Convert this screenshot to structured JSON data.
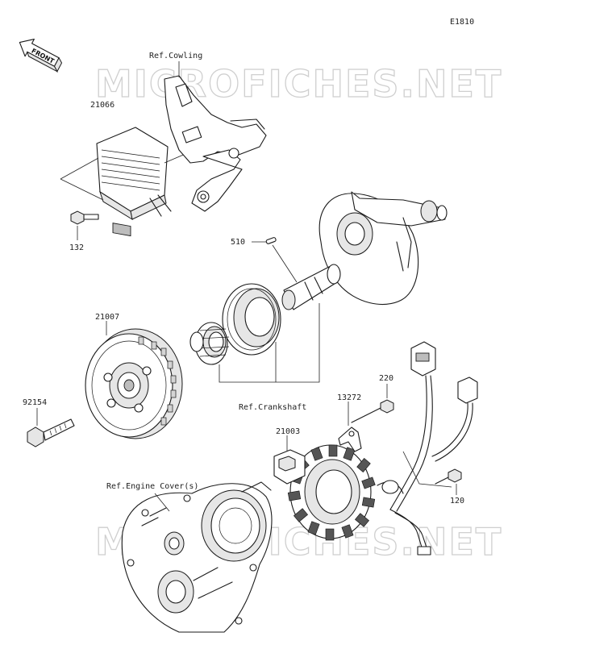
{
  "diagram": {
    "code": "E1810",
    "front_label": "FRONT",
    "watermark": "MICROFICHES.NET",
    "refs": {
      "cowling": "Ref.Cowling",
      "crankshaft": "Ref.Crankshaft",
      "engine_cover": "Ref.Engine Cover(s)"
    },
    "parts": {
      "p21066": "21066",
      "p132": "132",
      "p510": "510",
      "p21007": "21007",
      "p92154": "92154",
      "p220": "220",
      "p13272": "13272",
      "p21003": "21003",
      "p120": "120"
    }
  }
}
